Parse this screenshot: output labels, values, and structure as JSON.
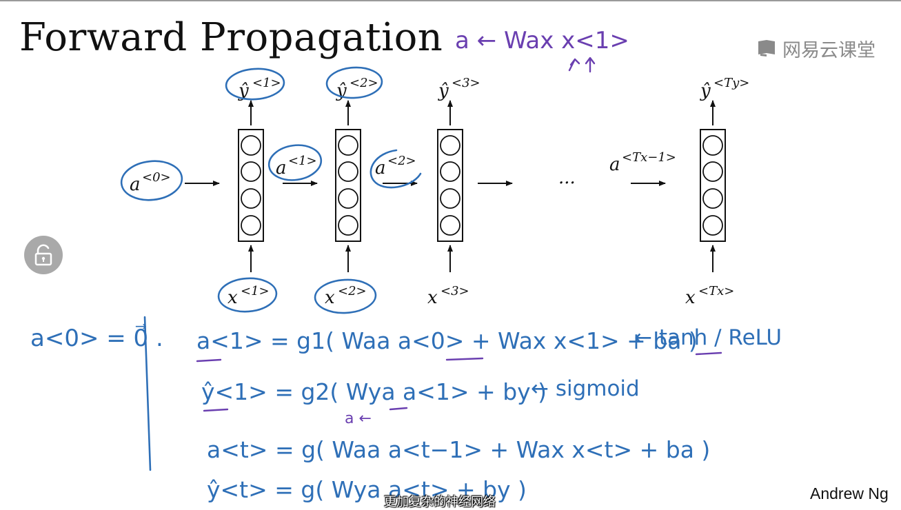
{
  "slide": {
    "title": "Forward Propagation",
    "author": "Andrew Ng",
    "watermark": "网易云课堂",
    "subtitle_caption": "更加复杂的神经网络"
  },
  "diagram": {
    "cells": [
      {
        "output": "ŷ",
        "output_sup": "<1>",
        "input": "x",
        "input_sup": "<1>"
      },
      {
        "output": "ŷ",
        "output_sup": "<2>",
        "input": "x",
        "input_sup": "<2>"
      },
      {
        "output": "ŷ",
        "output_sup": "<3>",
        "input": "x",
        "input_sup": "<3>"
      },
      {
        "output": "ŷ",
        "output_sup": "<Ty>",
        "input": "x",
        "input_sup": "<Tx>"
      }
    ],
    "activations": [
      {
        "base": "a",
        "sup": "<0>"
      },
      {
        "base": "a",
        "sup": "<1>"
      },
      {
        "base": "a",
        "sup": "<2>"
      },
      {
        "base": "a",
        "sup": "<Tx−1>"
      }
    ],
    "ellipsis": "···"
  },
  "handwriting": {
    "top_note": "a ← Wax x<1>",
    "init": "a<0> = 0⃗ .",
    "eq1": "a<1> = g1( Waa a<0> + Wax x<1> + ba )",
    "eq1_note": "← tanh / ReLU",
    "eq2": "ŷ<1> = g2( Wya a<1> + by )",
    "eq2_note": "← sigmoid",
    "eq2_sub": "a ←",
    "eq3": "a<t> = g( Waa a<t−1> + Wax x<t> + ba )",
    "eq4": "ŷ<t> = g( Wya a<t> + by )"
  },
  "colors": {
    "ink_blue": "#2e6fb7",
    "ink_purple": "#6a3fb0",
    "text": "#111111",
    "lock_button": "#a9a9a9"
  },
  "controls": {
    "lock_icon": "unlock-icon"
  }
}
